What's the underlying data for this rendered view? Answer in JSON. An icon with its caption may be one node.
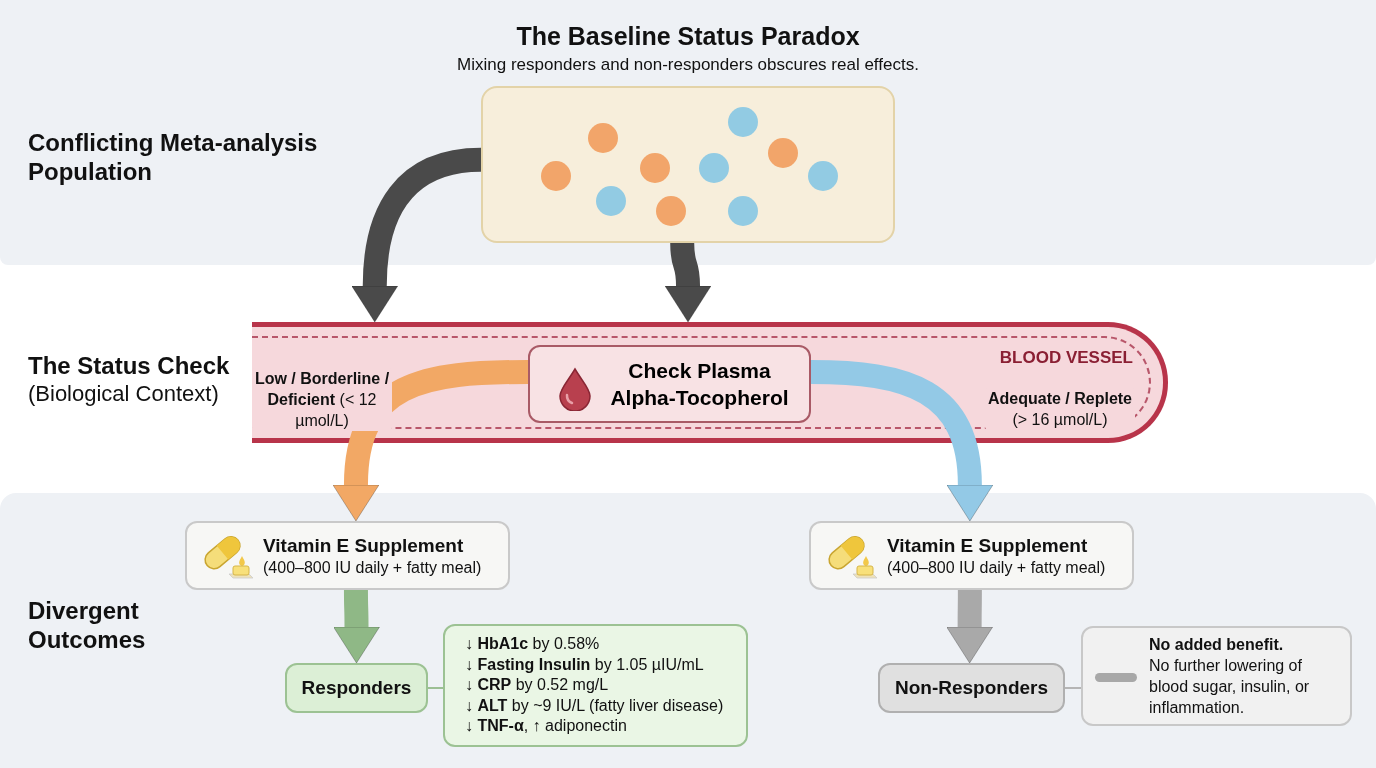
{
  "diagram": {
    "title": "The Baseline Status Paradox",
    "caption": "Mixing responders and non-responders obscures real effects.",
    "nodes": [
      {
        "text": [],
        "shape": "box"
      },
      {
        "text": [
          "BLOOD VESSEL"
        ]
      },
      {
        "text": [
          "Check Plasma Alpha-Tocopherol"
        ],
        "in": 1
      },
      {
        "text": [
          "Vitamin E Supplement",
          "(400–800 IU daily + fatty meal)"
        ]
      },
      {
        "text": [
          "Responders"
        ]
      },
      {
        "text": [
          "↓ **HbA1c** by 0.58%",
          "↓ **Fasting Insulin** by 1.05 µIU/mL",
          "↓ **CRP** by 0.52 mg/L",
          "↓ **ALT** by ~9 IU/L (fatty liver disease)",
          "↓ **TNF-α**, ↑ adiponectin"
        ]
      },
      {
        "text": [
          "Vitamin E Supplement",
          "(400–800 IU daily + fatty meal)"
        ]
      },
      {
        "text": [
          "Non-Responders"
        ]
      },
      {
        "text": [
          "No added benefit.",
          "No further lowering of blood sugar, insulin, or inflammation."
        ]
      }
    ],
    "edges": [
      {
        "from": 0,
        "to": 1,
        "arrow": "to"
      },
      {
        "from": 0,
        "to": 1,
        "arrow": "to"
      },
      {
        "from": 2,
        "to": 3,
        "arrow": "to",
        "color": "#f2a865",
        "label": "**Low / Borderline / Deficient** (< 12 µmol/L)"
      },
      {
        "from": 2,
        "to": 6,
        "arrow": "to",
        "color": "#93c9e6",
        "label": "**Adequate / Replete** (> 16 µmol/L)"
      },
      {
        "from": 3,
        "to": 4,
        "arrow": "to",
        "color": "#8fb886"
      },
      {
        "from": 4,
        "to": 5,
        "arrow": "none",
        "color": "#9cbf94"
      },
      {
        "from": 6,
        "to": 7,
        "arrow": "to",
        "color": "#a9a9a9"
      },
      {
        "from": 7,
        "to": 8,
        "arrow": "none",
        "color": "#b5b5b5"
      }
    ],
    "labels": [
      "Conflicting Meta-analysis Population",
      "The Status Check",
      "(Biological Context)",
      "Divergent Outcomes"
    ]
  }
}
